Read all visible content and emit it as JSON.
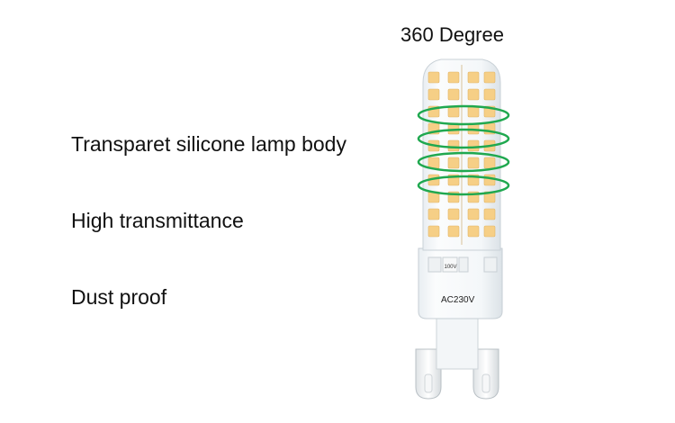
{
  "heading": "360 Degree",
  "features": [
    "Transparet silicone lamp body",
    "High transmittance",
    "Dust proof"
  ],
  "bulb": {
    "base_marking": "AC230V",
    "chip_marking": "100V",
    "led_color": "#f6cf86",
    "ring_color": "#1fa84f"
  }
}
